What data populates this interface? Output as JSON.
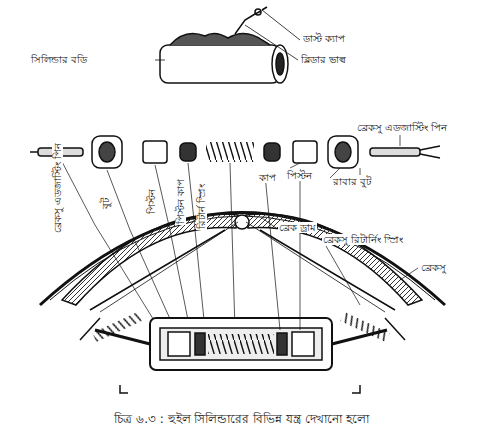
{
  "diagram": {
    "caption": "চিত্র ৬.৩ : হুইল সিলিন্ডারের বিভিন্ন যন্ত্র দেখানো হলো",
    "labels": [
      "ডাস্ট ক্যাপ",
      "ব্লিডার ভাল্ব",
      "সিলিন্ডার বডি",
      "ব্রেকসু এডজাস্টিং পিন",
      "বুট",
      "পিস্টন",
      "পিস্টন কাপ",
      "রিটার্ন স্প্রিং",
      "কাপ",
      "পিস্টন",
      "রাবার বুট",
      "ব্রেকসু এডজাস্টিং পিন",
      "ব্রেক ড্রাম",
      "ব্রেকসু রিটার্নিং স্প্রিং",
      "ব্রেকসু"
    ]
  }
}
